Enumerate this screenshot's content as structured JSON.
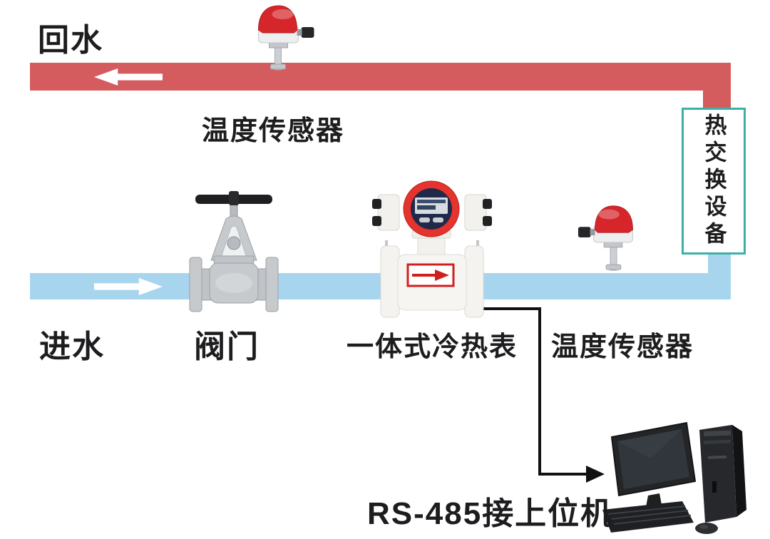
{
  "diagram": {
    "pipes": {
      "return_line": {
        "label": "回水",
        "color": "#d55c5e",
        "direction": "left"
      },
      "supply_line": {
        "label": "进水",
        "color": "#a8d5ee",
        "direction": "right"
      }
    },
    "components": {
      "heat_exchanger": {
        "label": "热交换设备"
      },
      "valve": {
        "label": "阀门"
      },
      "integrated_meter": {
        "label": "一体式冷热表"
      },
      "temp_sensor_return": {
        "label": "温度传感器"
      },
      "temp_sensor_supply": {
        "label": "温度传感器"
      },
      "host_link": {
        "label": "RS-485接上位机"
      }
    },
    "colors": {
      "hot_pipe": "#d55c5e",
      "cold_pipe": "#a8d5ee",
      "heat_exchanger_border": "#3db0a6",
      "device_red": "#d6262b",
      "meter_bezel_red": "#e5332e",
      "connection_line": "#111111"
    }
  }
}
